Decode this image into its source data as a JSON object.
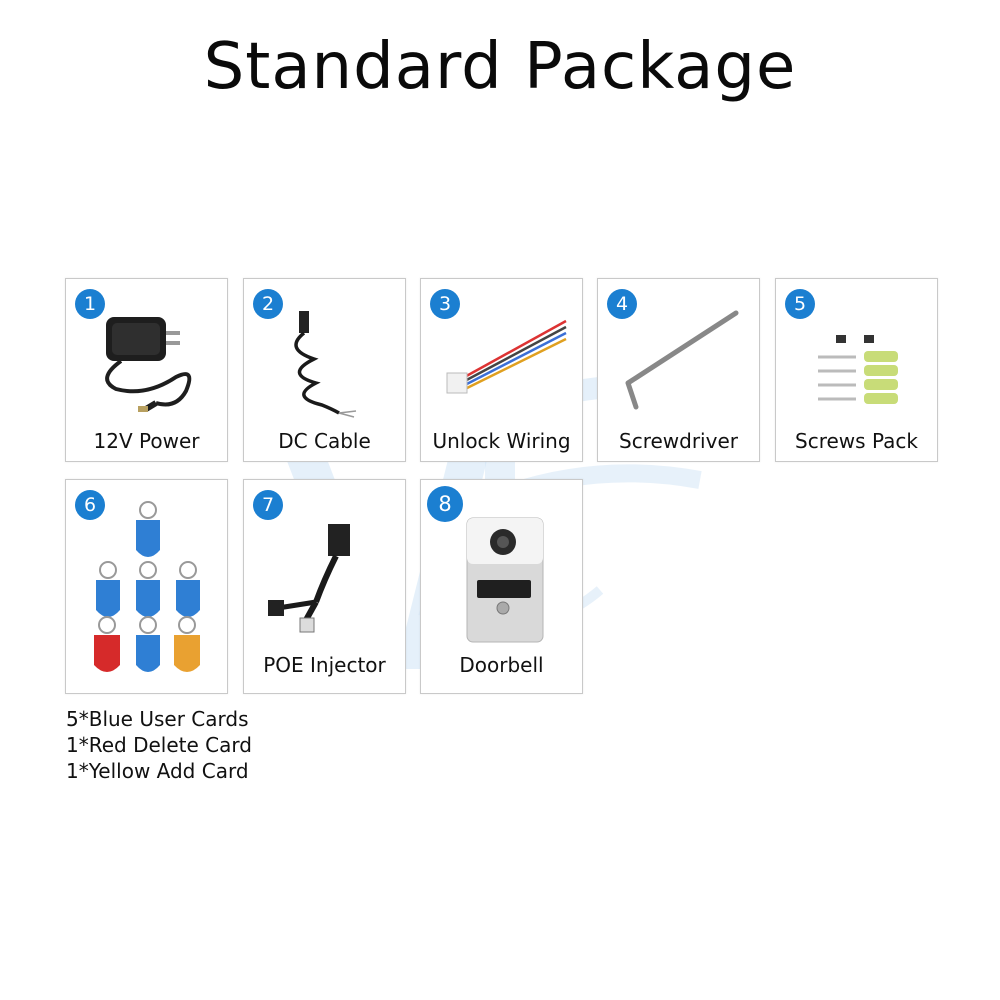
{
  "title": "Standard Package",
  "colors": {
    "badge": "#1b7fd1",
    "card_border": "#c9c9c9",
    "watermark": "#bcd9f3"
  },
  "items": [
    {
      "number": "1",
      "label": "12V Power",
      "icon": "power-adapter-icon"
    },
    {
      "number": "2",
      "label": "DC Cable",
      "icon": "dc-cable-icon"
    },
    {
      "number": "3",
      "label": "Unlock Wiring",
      "icon": "wiring-harness-icon"
    },
    {
      "number": "4",
      "label": "Screwdriver",
      "icon": "hex-key-icon"
    },
    {
      "number": "5",
      "label": "Screws Pack",
      "icon": "screws-icon"
    },
    {
      "number": "6",
      "label": "",
      "icon": "rfid-keyfob-icon"
    },
    {
      "number": "7",
      "label": "POE Injector",
      "icon": "poe-injector-icon"
    },
    {
      "number": "8",
      "label": "Doorbell",
      "icon": "doorbell-icon"
    }
  ],
  "notes": [
    "5*Blue User Cards",
    "1*Red Delete Card",
    "1*Yellow Add Card"
  ]
}
